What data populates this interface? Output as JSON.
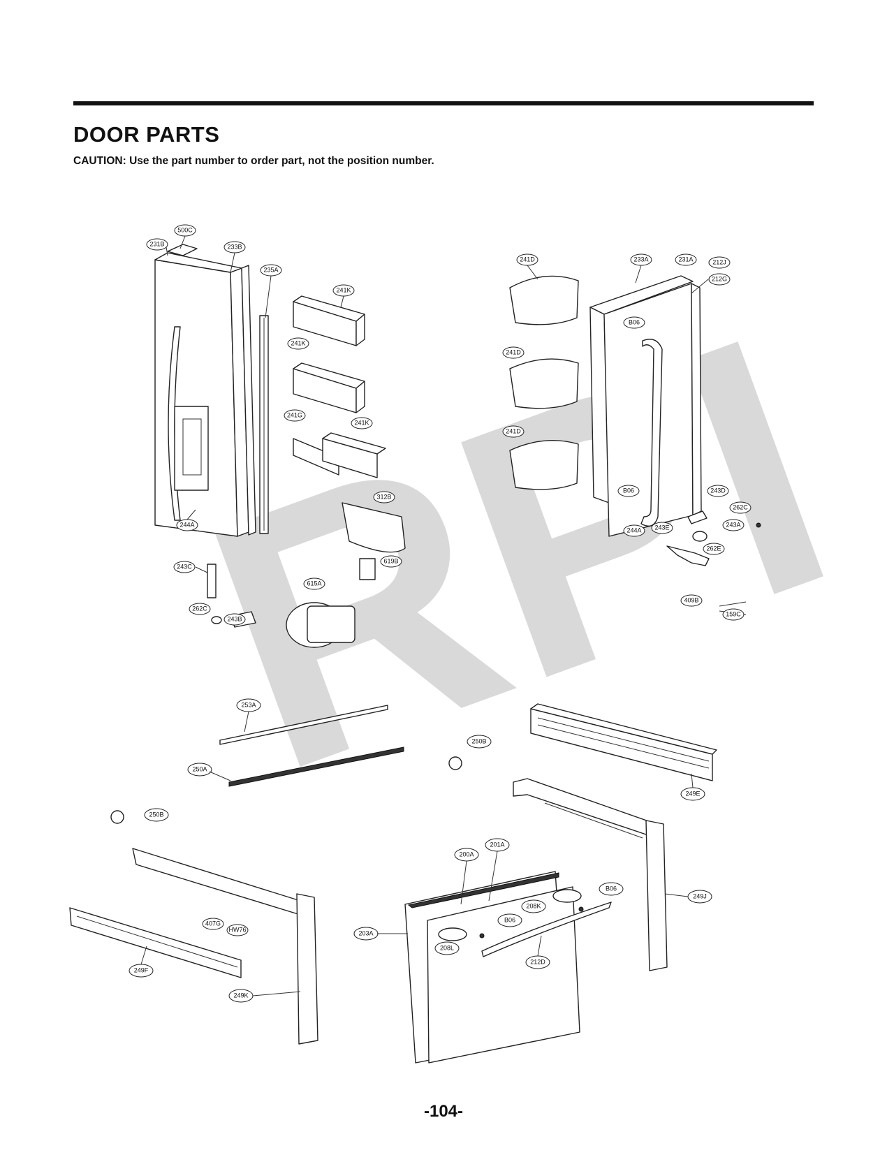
{
  "header": {
    "title": "DOOR PARTS",
    "caution": "CAUTION: Use the part number to order part, not the position number."
  },
  "watermark": "RPI",
  "page_number": "-104-",
  "callouts": [
    "500C",
    "231B",
    "233B",
    "235A",
    "241K",
    "241K",
    "241G",
    "241K",
    "312B",
    "244A",
    "243C",
    "619B",
    "615A",
    "262C",
    "243B",
    "241D",
    "241D",
    "241D",
    "233A",
    "231A",
    "212J",
    "212G",
    "B06",
    "B06",
    "243D",
    "262C",
    "244A",
    "243E",
    "243A",
    "262E",
    "409B",
    "159C",
    "253A",
    "250A",
    "250B",
    "249E",
    "250B",
    "201A",
    "200A",
    "B06",
    "208K",
    "249J",
    "B06",
    "203A",
    "208L",
    "212D",
    "407G",
    "HW76",
    "249F",
    "249K"
  ]
}
